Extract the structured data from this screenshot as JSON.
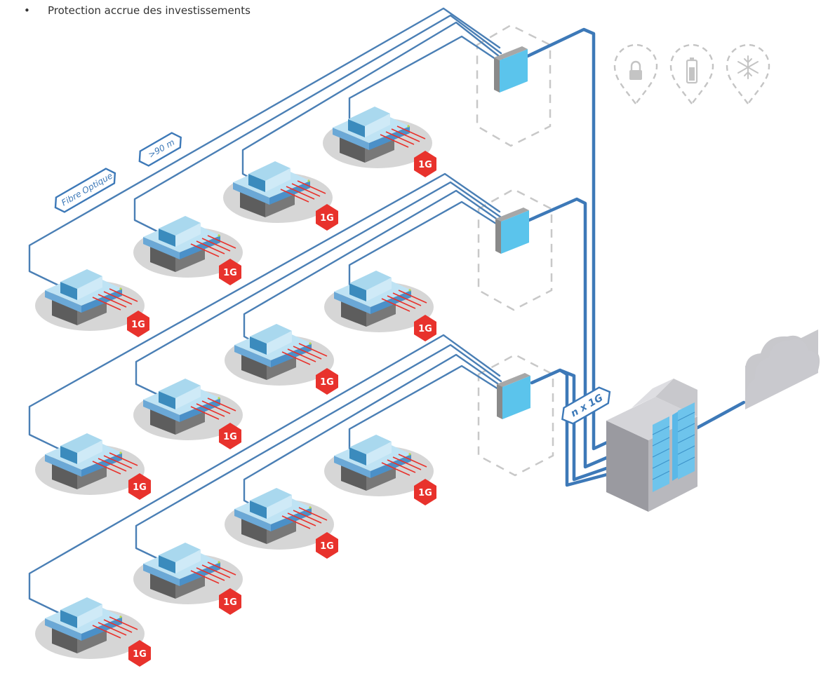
{
  "header": {
    "bullet": "•",
    "text": "Protection accrue des investissements"
  },
  "labels": {
    "fiber": "Fibre Optique",
    "distance": ">90 m",
    "uplink": "n x 1G"
  },
  "badges": {
    "speed": "1G"
  },
  "icons": [
    "lock-icon",
    "battery-icon",
    "snowflake-icon"
  ],
  "colors": {
    "cable": "#4a7fb5",
    "trunk": "#3d79b8",
    "badge": "#e8322c",
    "device": "#bfe3f4",
    "switch": "#5bc4ec",
    "server": "#a8a8ad",
    "cloud": "#c8c8cc",
    "zone": "#c8c8c8"
  }
}
